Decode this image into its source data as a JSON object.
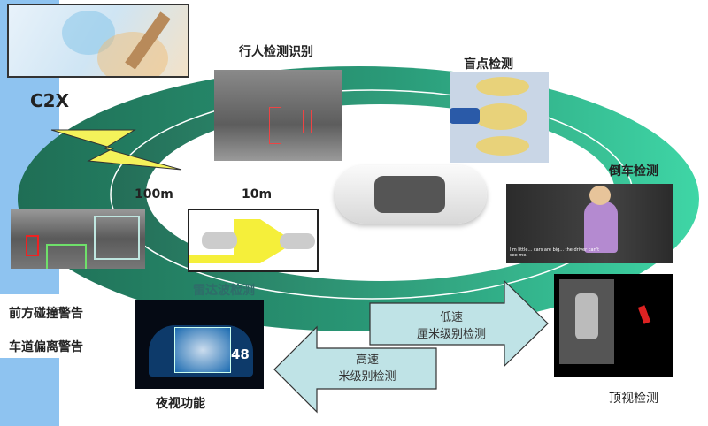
{
  "title_c2x": "C2X",
  "ranges": {
    "far": "100m",
    "near": "10m"
  },
  "labels": {
    "pedestrian": "行人检测识别",
    "blind_spot": "盲点检测",
    "reverse": "倒车检测",
    "radar": "雷达波检测",
    "forward_collision": "前方碰撞警告",
    "lane_departure": "车道偏离警告",
    "night_vision": "夜视功能",
    "top_view": "顶视检测"
  },
  "arrows": {
    "low_speed": {
      "line1": "低速",
      "line2": "厘米级别检测"
    },
    "high_speed": {
      "line1": "高速",
      "line2": "米级别检测"
    }
  },
  "screen_texts": {
    "speed": "48",
    "reverse_caption": "I'm little... cars are big... the driver can't see me."
  },
  "colors": {
    "ring_dark": "#1f6e55",
    "ring_light": "#3fd6a6",
    "side_blue": "#8ec3f0",
    "arrow_fill": "#bfe3e6"
  }
}
